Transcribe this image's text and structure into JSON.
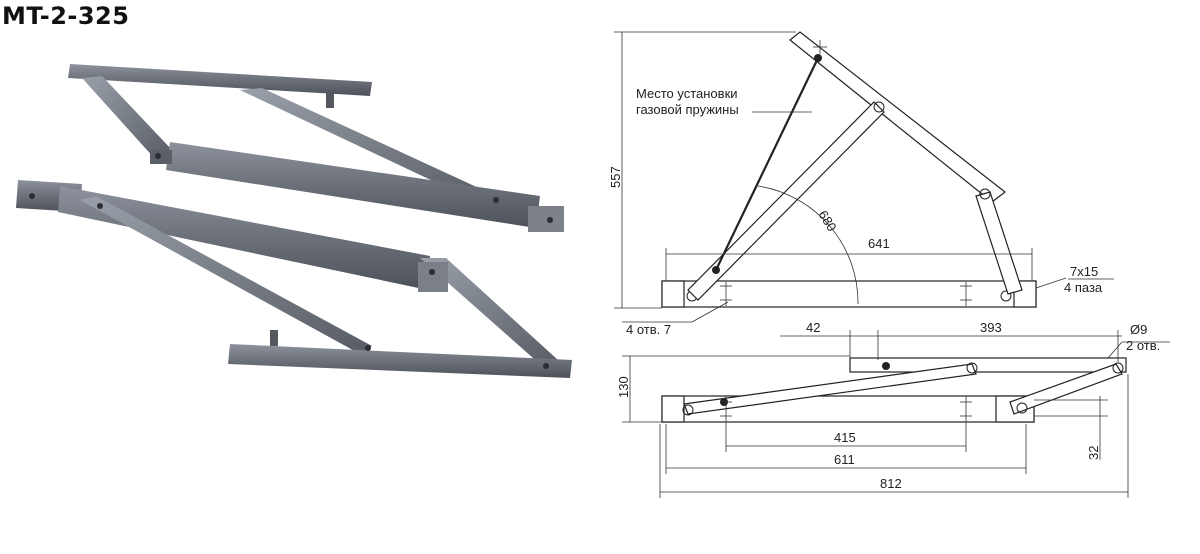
{
  "title": "MT-2-325",
  "photo": {
    "description_icon": "bed-lift-mechanism-photo"
  },
  "drawing": {
    "annotation": [
      "Место установки",
      "газовой пружины"
    ],
    "dim_height_open": "557",
    "dim_radius": "680",
    "dim_641": "641",
    "slot_size": "7x15",
    "slot_count": "4 паза",
    "holes_label": "4 отв.  7",
    "dim_42": "42",
    "dim_393": "393",
    "dia_label": "Ø9",
    "dia_count": "2 отв.",
    "dim_130": "130",
    "dim_415": "415",
    "dim_611": "611",
    "dim_812": "812",
    "dim_32": "32"
  }
}
